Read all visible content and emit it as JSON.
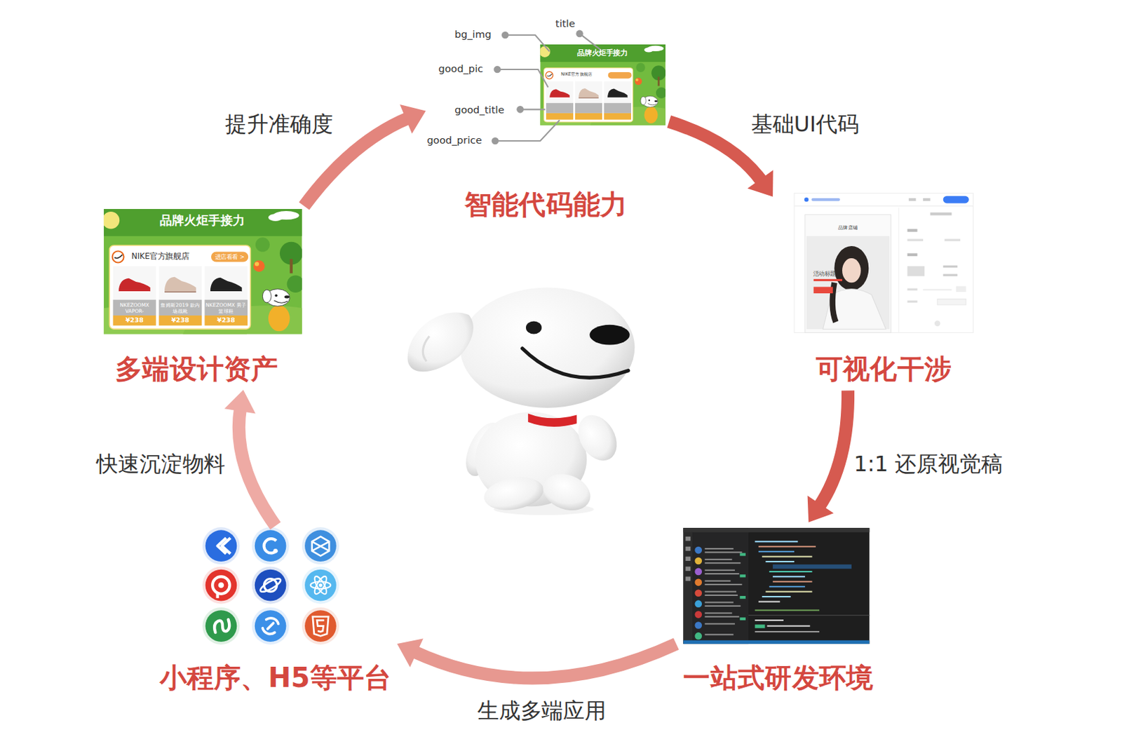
{
  "diagram": {
    "nodes": [
      {
        "text": [
          "智能代码能力"
        ]
      },
      {
        "text": [
          "可视化干涉"
        ]
      },
      {
        "text": [
          "一站式研发环境"
        ]
      },
      {
        "text": [
          "小程序、H5等平台"
        ]
      },
      {
        "text": [
          "多端设计资产"
        ]
      }
    ],
    "edges": [
      {
        "from": 0,
        "to": 1,
        "arrow": "to",
        "label": "基础UI代码"
      },
      {
        "from": 1,
        "to": 2,
        "arrow": "to",
        "label": "1:1 还原视觉稿"
      },
      {
        "from": 2,
        "to": 3,
        "arrow": "to",
        "label": "生成多端应用"
      },
      {
        "from": 3,
        "to": 4,
        "arrow": "to",
        "label": "快速沉淀物料"
      },
      {
        "from": 4,
        "to": 0,
        "arrow": "to",
        "label": "提升准确度"
      }
    ],
    "labels": [
      "bg_img",
      "title",
      "good_pic",
      "good_title",
      "good_price",
      "品牌火炬手接力",
      "NIKE官方旗舰店",
      "品牌火炬手接力",
      "NIKE官方旗舰店",
      "进店看看 >",
      "NKEZOOMX VAPOR-",
      "詹姆斯2019 款内场战靴",
      "NKEZOOMX 男子篮球鞋",
      "¥238",
      "¥238",
      "¥238",
      "品牌店铺",
      "活动标题"
    ]
  }
}
